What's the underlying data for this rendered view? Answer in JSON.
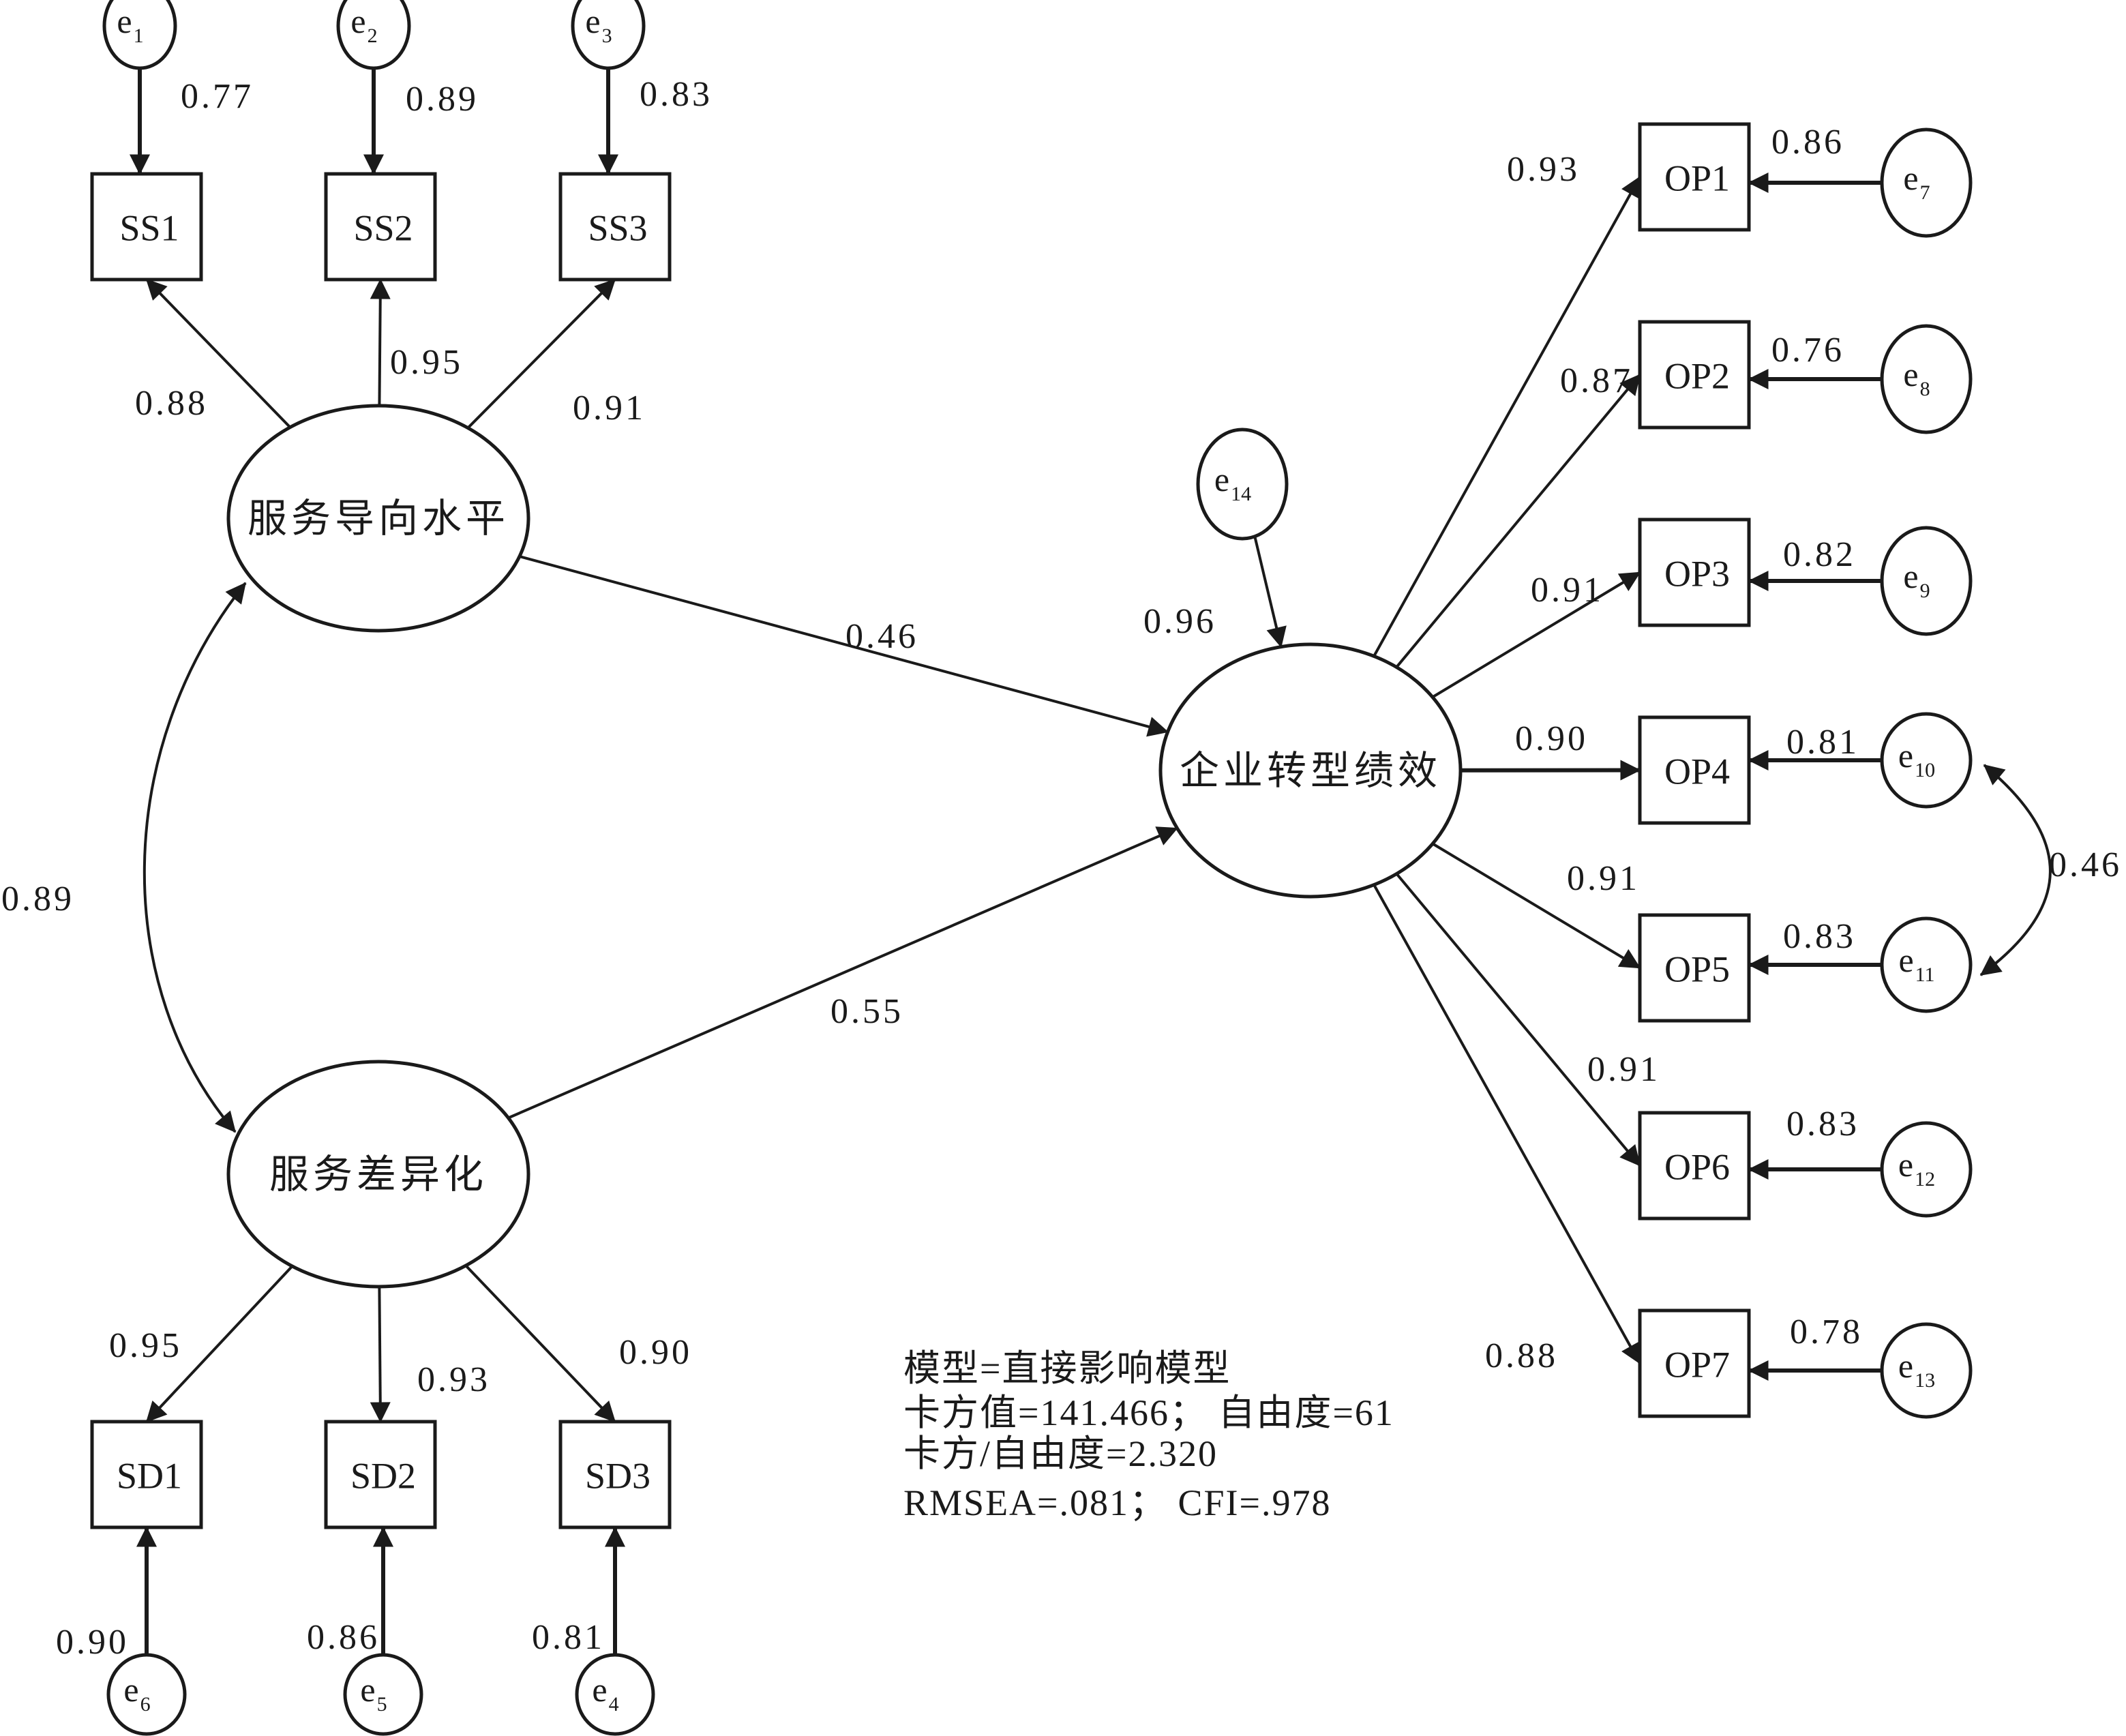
{
  "diagram": {
    "title": "Structural equation model (direct effect model)",
    "latents": [
      {
        "id": "SO",
        "label": "服务导向水平"
      },
      {
        "id": "SDf",
        "label": "服务差异化"
      },
      {
        "id": "ETP",
        "label": "企业转型绩效"
      }
    ],
    "observed": [
      {
        "id": "SS1",
        "label": "SS1"
      },
      {
        "id": "SS2",
        "label": "SS2"
      },
      {
        "id": "SS3",
        "label": "SS3"
      },
      {
        "id": "SD1",
        "label": "SD1"
      },
      {
        "id": "SD2",
        "label": "SD2"
      },
      {
        "id": "SD3",
        "label": "SD3"
      },
      {
        "id": "OP1",
        "label": "OP1"
      },
      {
        "id": "OP2",
        "label": "OP2"
      },
      {
        "id": "OP3",
        "label": "OP3"
      },
      {
        "id": "OP4",
        "label": "OP4"
      },
      {
        "id": "OP5",
        "label": "OP5"
      },
      {
        "id": "OP6",
        "label": "OP6"
      },
      {
        "id": "OP7",
        "label": "OP7"
      }
    ],
    "errors": [
      {
        "id": "e1",
        "base": "e",
        "sub": "1",
        "target": "SS1",
        "value": "0.77"
      },
      {
        "id": "e2",
        "base": "e",
        "sub": "2",
        "target": "SS2",
        "value": "0.89"
      },
      {
        "id": "e3",
        "base": "e",
        "sub": "3",
        "target": "SS3",
        "value": "0.83"
      },
      {
        "id": "e4",
        "base": "e",
        "sub": "4",
        "target": "SD3",
        "value": "0.81"
      },
      {
        "id": "e5",
        "base": "e",
        "sub": "5",
        "target": "SD2",
        "value": "0.86"
      },
      {
        "id": "e6",
        "base": "e",
        "sub": "6",
        "target": "SD1",
        "value": "0.90"
      },
      {
        "id": "e7",
        "base": "e",
        "sub": "7",
        "target": "OP1",
        "value": "0.86"
      },
      {
        "id": "e8",
        "base": "e",
        "sub": "8",
        "target": "OP2",
        "value": "0.76"
      },
      {
        "id": "e9",
        "base": "e",
        "sub": "9",
        "target": "OP3",
        "value": "0.82"
      },
      {
        "id": "e10",
        "base": "e",
        "sub": "10",
        "target": "OP4",
        "value": "0.81"
      },
      {
        "id": "e11",
        "base": "e",
        "sub": "11",
        "target": "OP5",
        "value": "0.83"
      },
      {
        "id": "e12",
        "base": "e",
        "sub": "12",
        "target": "OP6",
        "value": "0.83"
      },
      {
        "id": "e13",
        "base": "e",
        "sub": "13",
        "target": "OP7",
        "value": "0.78"
      },
      {
        "id": "e14",
        "base": "e",
        "sub": "14",
        "target": "ETP",
        "value": "0.96"
      }
    ],
    "loadings": [
      {
        "from": "SO",
        "to": "SS1",
        "value": "0.88"
      },
      {
        "from": "SO",
        "to": "SS2",
        "value": "0.95"
      },
      {
        "from": "SO",
        "to": "SS3",
        "value": "0.91"
      },
      {
        "from": "SDf",
        "to": "SD1",
        "value": "0.95"
      },
      {
        "from": "SDf",
        "to": "SD2",
        "value": "0.93"
      },
      {
        "from": "SDf",
        "to": "SD3",
        "value": "0.90"
      },
      {
        "from": "ETP",
        "to": "OP1",
        "value": "0.93"
      },
      {
        "from": "ETP",
        "to": "OP2",
        "value": "0.87"
      },
      {
        "from": "ETP",
        "to": "OP3",
        "value": "0.91"
      },
      {
        "from": "ETP",
        "to": "OP4",
        "value": "0.90"
      },
      {
        "from": "ETP",
        "to": "OP5",
        "value": "0.91"
      },
      {
        "from": "ETP",
        "to": "OP6",
        "value": "0.91"
      },
      {
        "from": "ETP",
        "to": "OP7",
        "value": "0.88"
      }
    ],
    "paths": [
      {
        "from": "SO",
        "to": "ETP",
        "value": "0.46"
      },
      {
        "from": "SDf",
        "to": "ETP",
        "value": "0.55"
      }
    ],
    "covariances": [
      {
        "a": "SO",
        "b": "SDf",
        "value": "0.89"
      },
      {
        "a": "e10",
        "b": "e11",
        "value": "0.46"
      }
    ],
    "fit": {
      "line1": "模型=直接影响模型",
      "line2": "卡方值=141.466；  自由度=61",
      "line3": "卡方/自由度=2.320",
      "line4": "RMSEA=.081；  CFI=.978"
    }
  }
}
